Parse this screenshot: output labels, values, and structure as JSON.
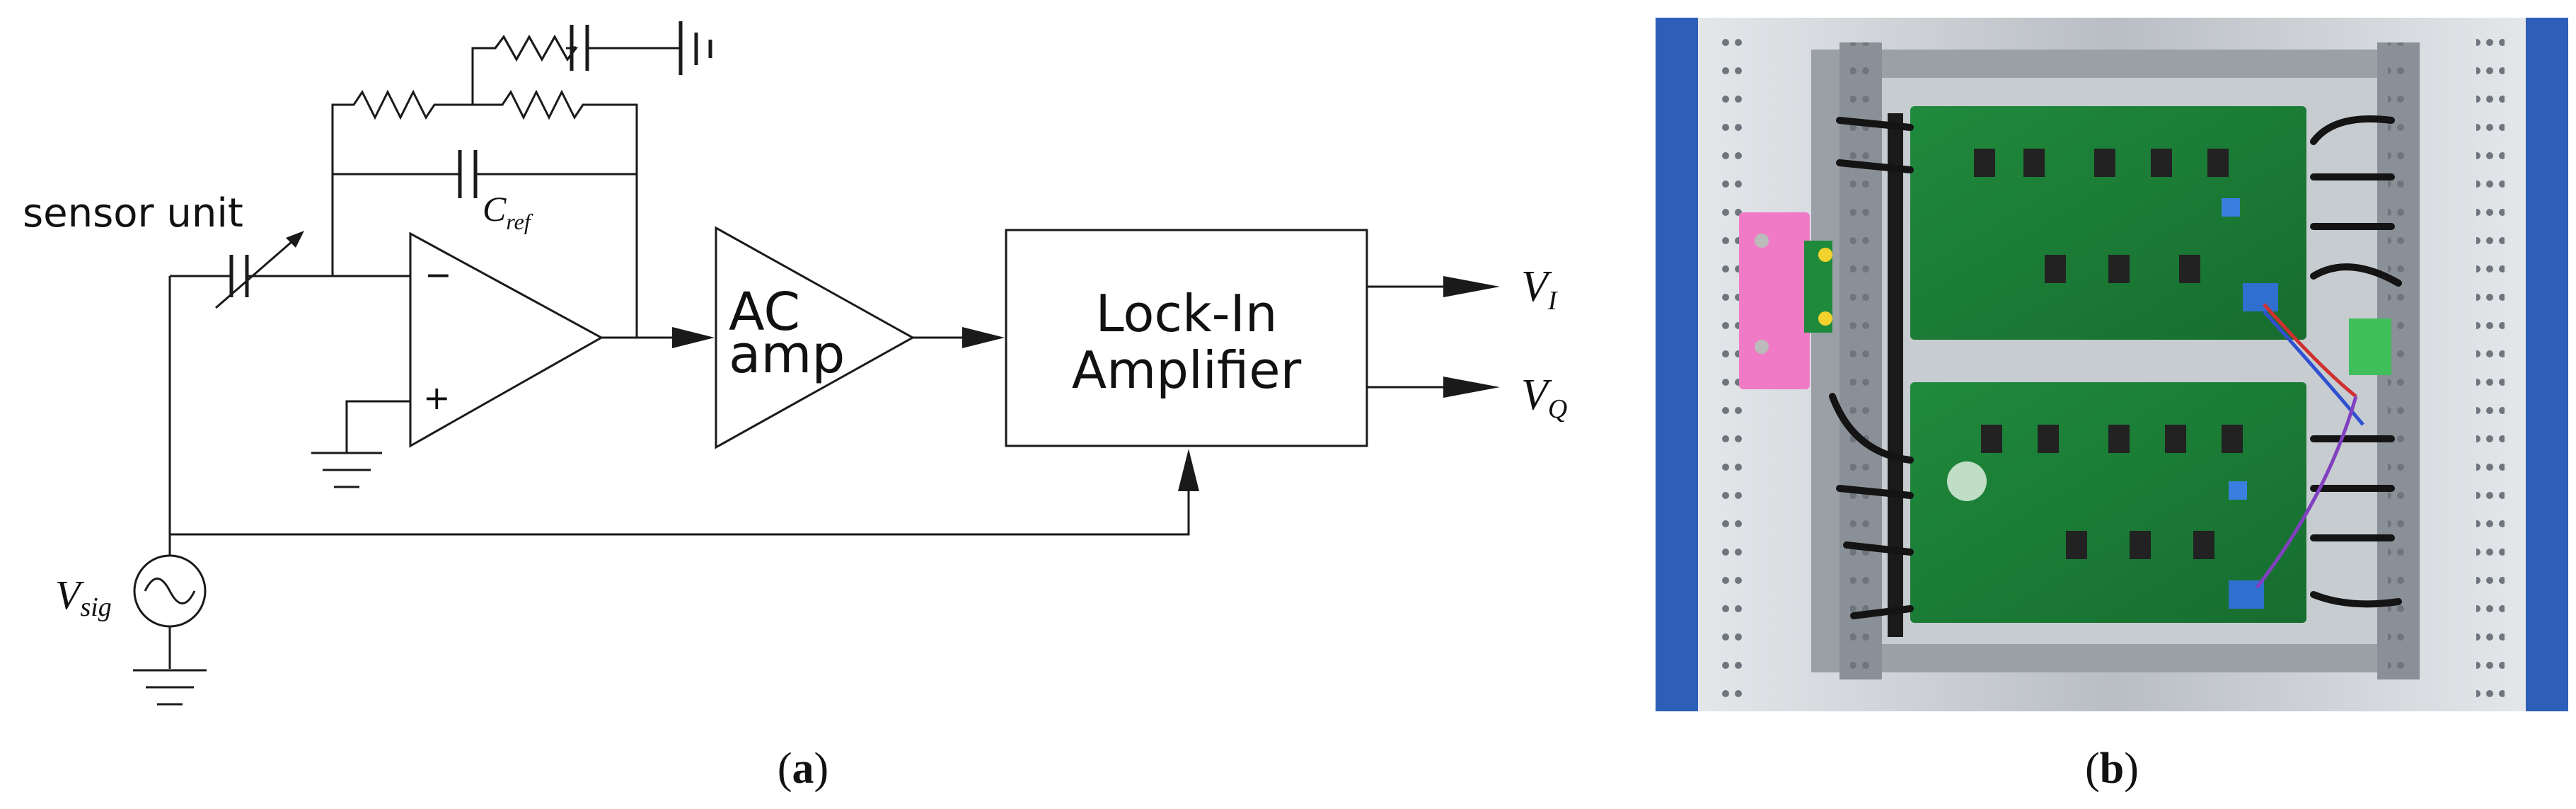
{
  "panel_a": {
    "sensor_label": "sensor unit",
    "ref_cap_label": {
      "main": "C",
      "sub": "ref"
    },
    "opamp_minus": "−",
    "opamp_plus": "+",
    "ac_amp_label": {
      "line1": "AC",
      "line2": "amp"
    },
    "lock_in_label": {
      "line1": "Lock-In",
      "line2": "Amplifier"
    },
    "output_i": {
      "main": "V",
      "sub": "I"
    },
    "output_q": {
      "main": "V",
      "sub": "Q"
    },
    "source_label": {
      "main": "V",
      "sub": "sig"
    },
    "caption": {
      "open": "(",
      "letter": "a",
      "close": ")"
    }
  },
  "panel_b": {
    "caption": {
      "open": "(",
      "letter": "b",
      "close": ")"
    },
    "colors": {
      "rack_blue": "#2d5fb8",
      "rack_rail": "#c9ccd0",
      "pcb_green": "#1f8a3c",
      "connector_pink": "#f07ac6",
      "terminal_blue": "#2f6fd0",
      "terminal_green": "#3fbf5a"
    }
  }
}
